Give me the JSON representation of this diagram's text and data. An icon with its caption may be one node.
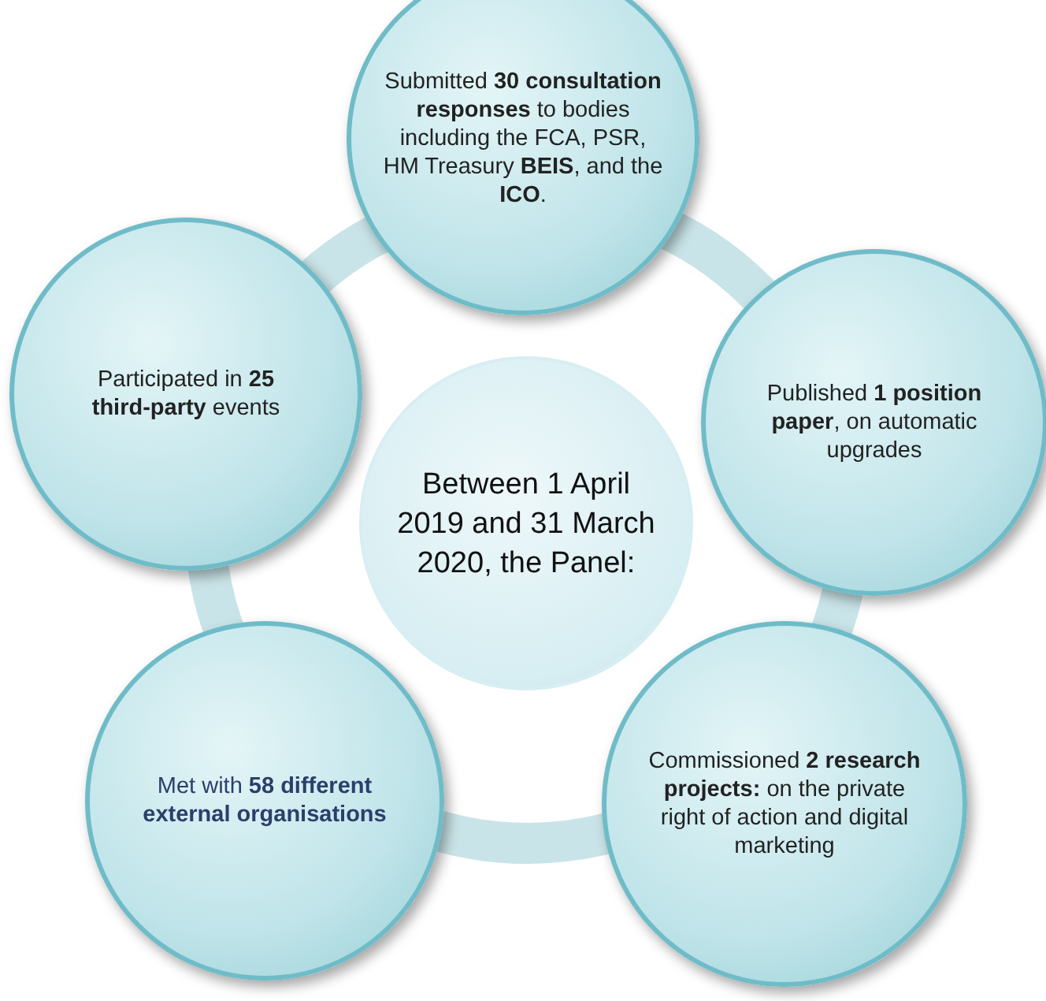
{
  "diagram": {
    "nodes": [
      {
        "text": [
          "Submitted **30 consultation responses** to bodies including the FCA, PSR, HM Treasury **BEIS**, and the **ICO**."
        ]
      },
      {
        "text": [
          "Participated in **25 third-party** events"
        ]
      },
      {
        "text": [
          "Between 1 April 2019 and 31 March 2020, the Panel:"
        ]
      },
      {
        "text": [
          "Published **1 position paper**, on automatic upgrades"
        ]
      },
      {
        "text": [
          "Met with **58 different external organisations**"
        ]
      },
      {
        "text": [
          "Commissioned **2 research projects:** on the private right of action and digital marketing"
        ]
      }
    ],
    "edges": []
  }
}
